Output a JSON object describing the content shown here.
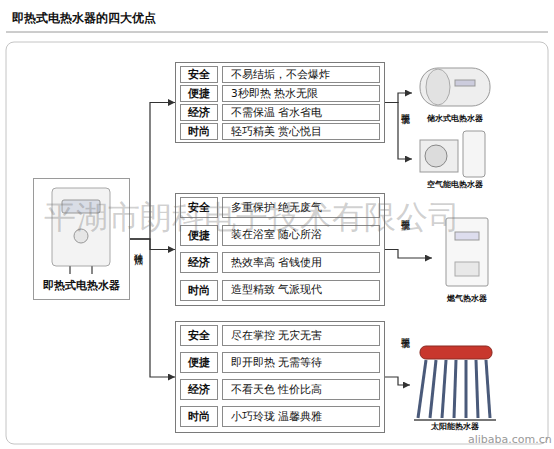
{
  "diagram": {
    "title": "即热式电热水器的四大优点",
    "nodes": [
      {
        "text": [
          "即热式电热水器"
        ]
      },
      {
        "text": []
      },
      {
        "text": [
          "安全",
          "不易结垢，不会爆炸"
        ],
        "in": 1
      },
      {
        "text": [
          "便捷",
          "3秒即热 热水无限"
        ],
        "in": 1
      },
      {
        "text": [
          "经济",
          "不需保温 省水省电"
        ],
        "in": 1
      },
      {
        "text": [
          "时尚",
          "轻巧精美 赏心悦目"
        ],
        "in": 1
      },
      {
        "text": []
      },
      {
        "text": [
          "安全",
          "多重保护 绝无废气"
        ],
        "in": 6
      },
      {
        "text": [
          "便捷",
          "装在浴室 随心所浴"
        ],
        "in": 6
      },
      {
        "text": [
          "经济",
          "热效率高 省钱使用"
        ],
        "in": 6
      },
      {
        "text": [
          "时尚",
          "造型精致 气派现代"
        ],
        "in": 6
      },
      {
        "text": []
      },
      {
        "text": [
          "安全",
          "尽在掌控 无灾无害"
        ],
        "in": 11
      },
      {
        "text": [
          "便捷",
          "即开即热 无需等待"
        ],
        "in": 11
      },
      {
        "text": [
          "经济",
          "不看天色 性价比高"
        ],
        "in": 11
      },
      {
        "text": [
          "时尚",
          "小巧玲珑 温馨典雅"
        ],
        "in": 11
      },
      {
        "text": [
          "储水式电热水器"
        ]
      },
      {
        "text": [
          "空气能电热水器"
        ]
      },
      {
        "text": [
          "燃气热水器"
        ]
      },
      {
        "text": [
          "太阳能热水器"
        ]
      }
    ],
    "edges": [
      {
        "from": 0,
        "to": 1,
        "arrow": "to"
      },
      {
        "from": 0,
        "to": 6,
        "arrow": "to"
      },
      {
        "from": 0,
        "to": 11,
        "arrow": "to"
      },
      {
        "from": 1,
        "to": 16,
        "arrow": "to"
      },
      {
        "from": 1,
        "to": 17,
        "arrow": "to"
      },
      {
        "from": 6,
        "to": 18,
        "arrow": "to"
      },
      {
        "from": 11,
        "to": 19,
        "arrow": "to"
      }
    ],
    "labels": [
      "独特优点",
      "明显优于",
      "明显优于",
      "明显优于",
      "平湖市朗科电子技术有限公司",
      "alibaba.com.cn"
    ]
  }
}
